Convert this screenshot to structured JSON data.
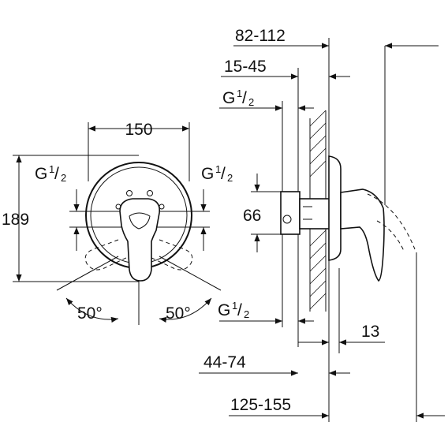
{
  "dimensions": {
    "depth_total": "82-112",
    "depth_rough": "15-45",
    "thread_top": {
      "main": "G",
      "num": "1",
      "den": "2"
    },
    "thread_left": {
      "main": "G",
      "num": "1",
      "den": "2"
    },
    "thread_right": {
      "main": "G",
      "num": "1",
      "den": "2"
    },
    "thread_bottom": {
      "main": "G",
      "num": "1",
      "den": "2"
    },
    "width": "150",
    "height": "189",
    "body_height": "66",
    "angle_left": "50°",
    "angle_right": "50°",
    "wall_offset": "44-74",
    "plate_thickness": "13",
    "overall": "125-155"
  },
  "colors": {
    "line": "#111111",
    "background": "#ffffff"
  }
}
